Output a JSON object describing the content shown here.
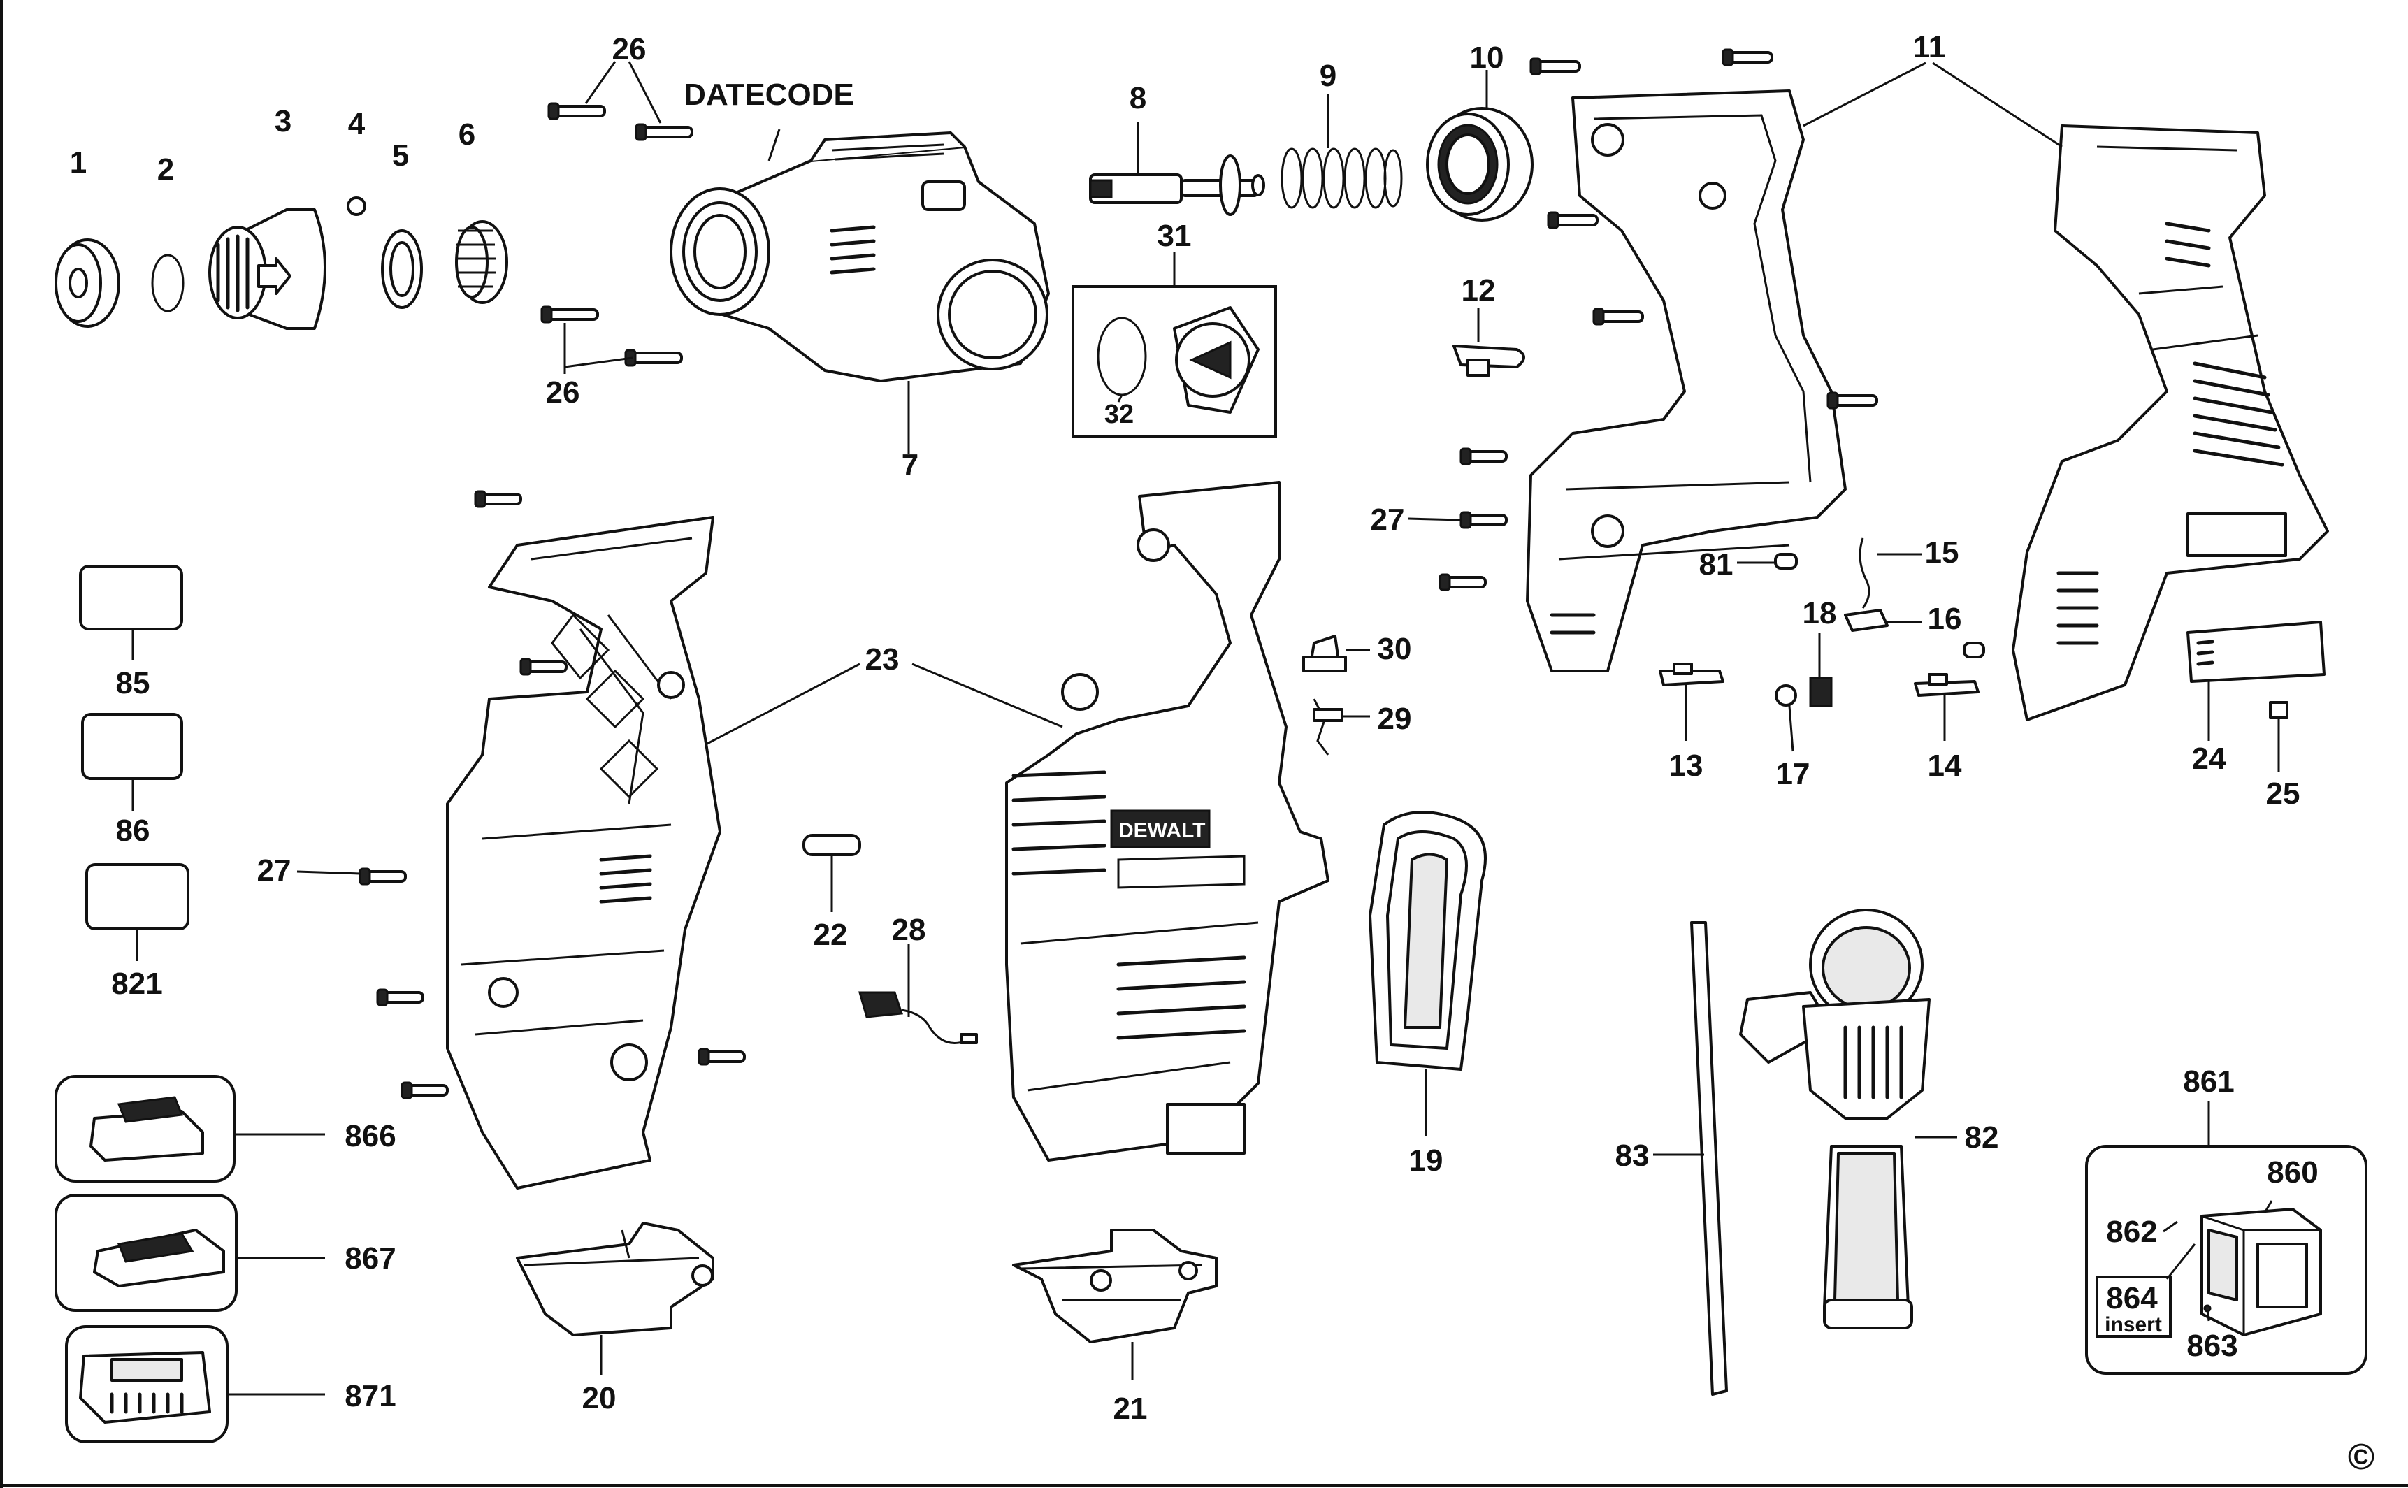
{
  "labels": {
    "p1": "1",
    "p2": "2",
    "p3": "3",
    "p4": "4",
    "p5": "5",
    "p6": "6",
    "p7": "7",
    "p8": "8",
    "p9": "9",
    "p10": "10",
    "p11": "11",
    "p12": "12",
    "p13": "13",
    "p14": "14",
    "p15": "15",
    "p16": "16",
    "p17": "17",
    "p18": "18",
    "p19": "19",
    "p20": "20",
    "p21": "21",
    "p22": "22",
    "p23": "23",
    "p24": "24",
    "p25": "25",
    "p26a": "26",
    "p26b": "26",
    "p27a": "27",
    "p27b": "27",
    "p28": "28",
    "p29": "29",
    "p30": "30",
    "p31": "31",
    "p32": "32",
    "p81": "81",
    "p82": "82",
    "p83": "83",
    "p85": "85",
    "p86": "86",
    "p821": "821",
    "p860": "860",
    "p861": "861",
    "p862": "862",
    "p863": "863",
    "p864": "864",
    "p866": "866",
    "p867": "867",
    "p871": "871",
    "datecode": "DATECODE",
    "insert": "insert",
    "brand": "DEWALT",
    "copyright": "©"
  }
}
